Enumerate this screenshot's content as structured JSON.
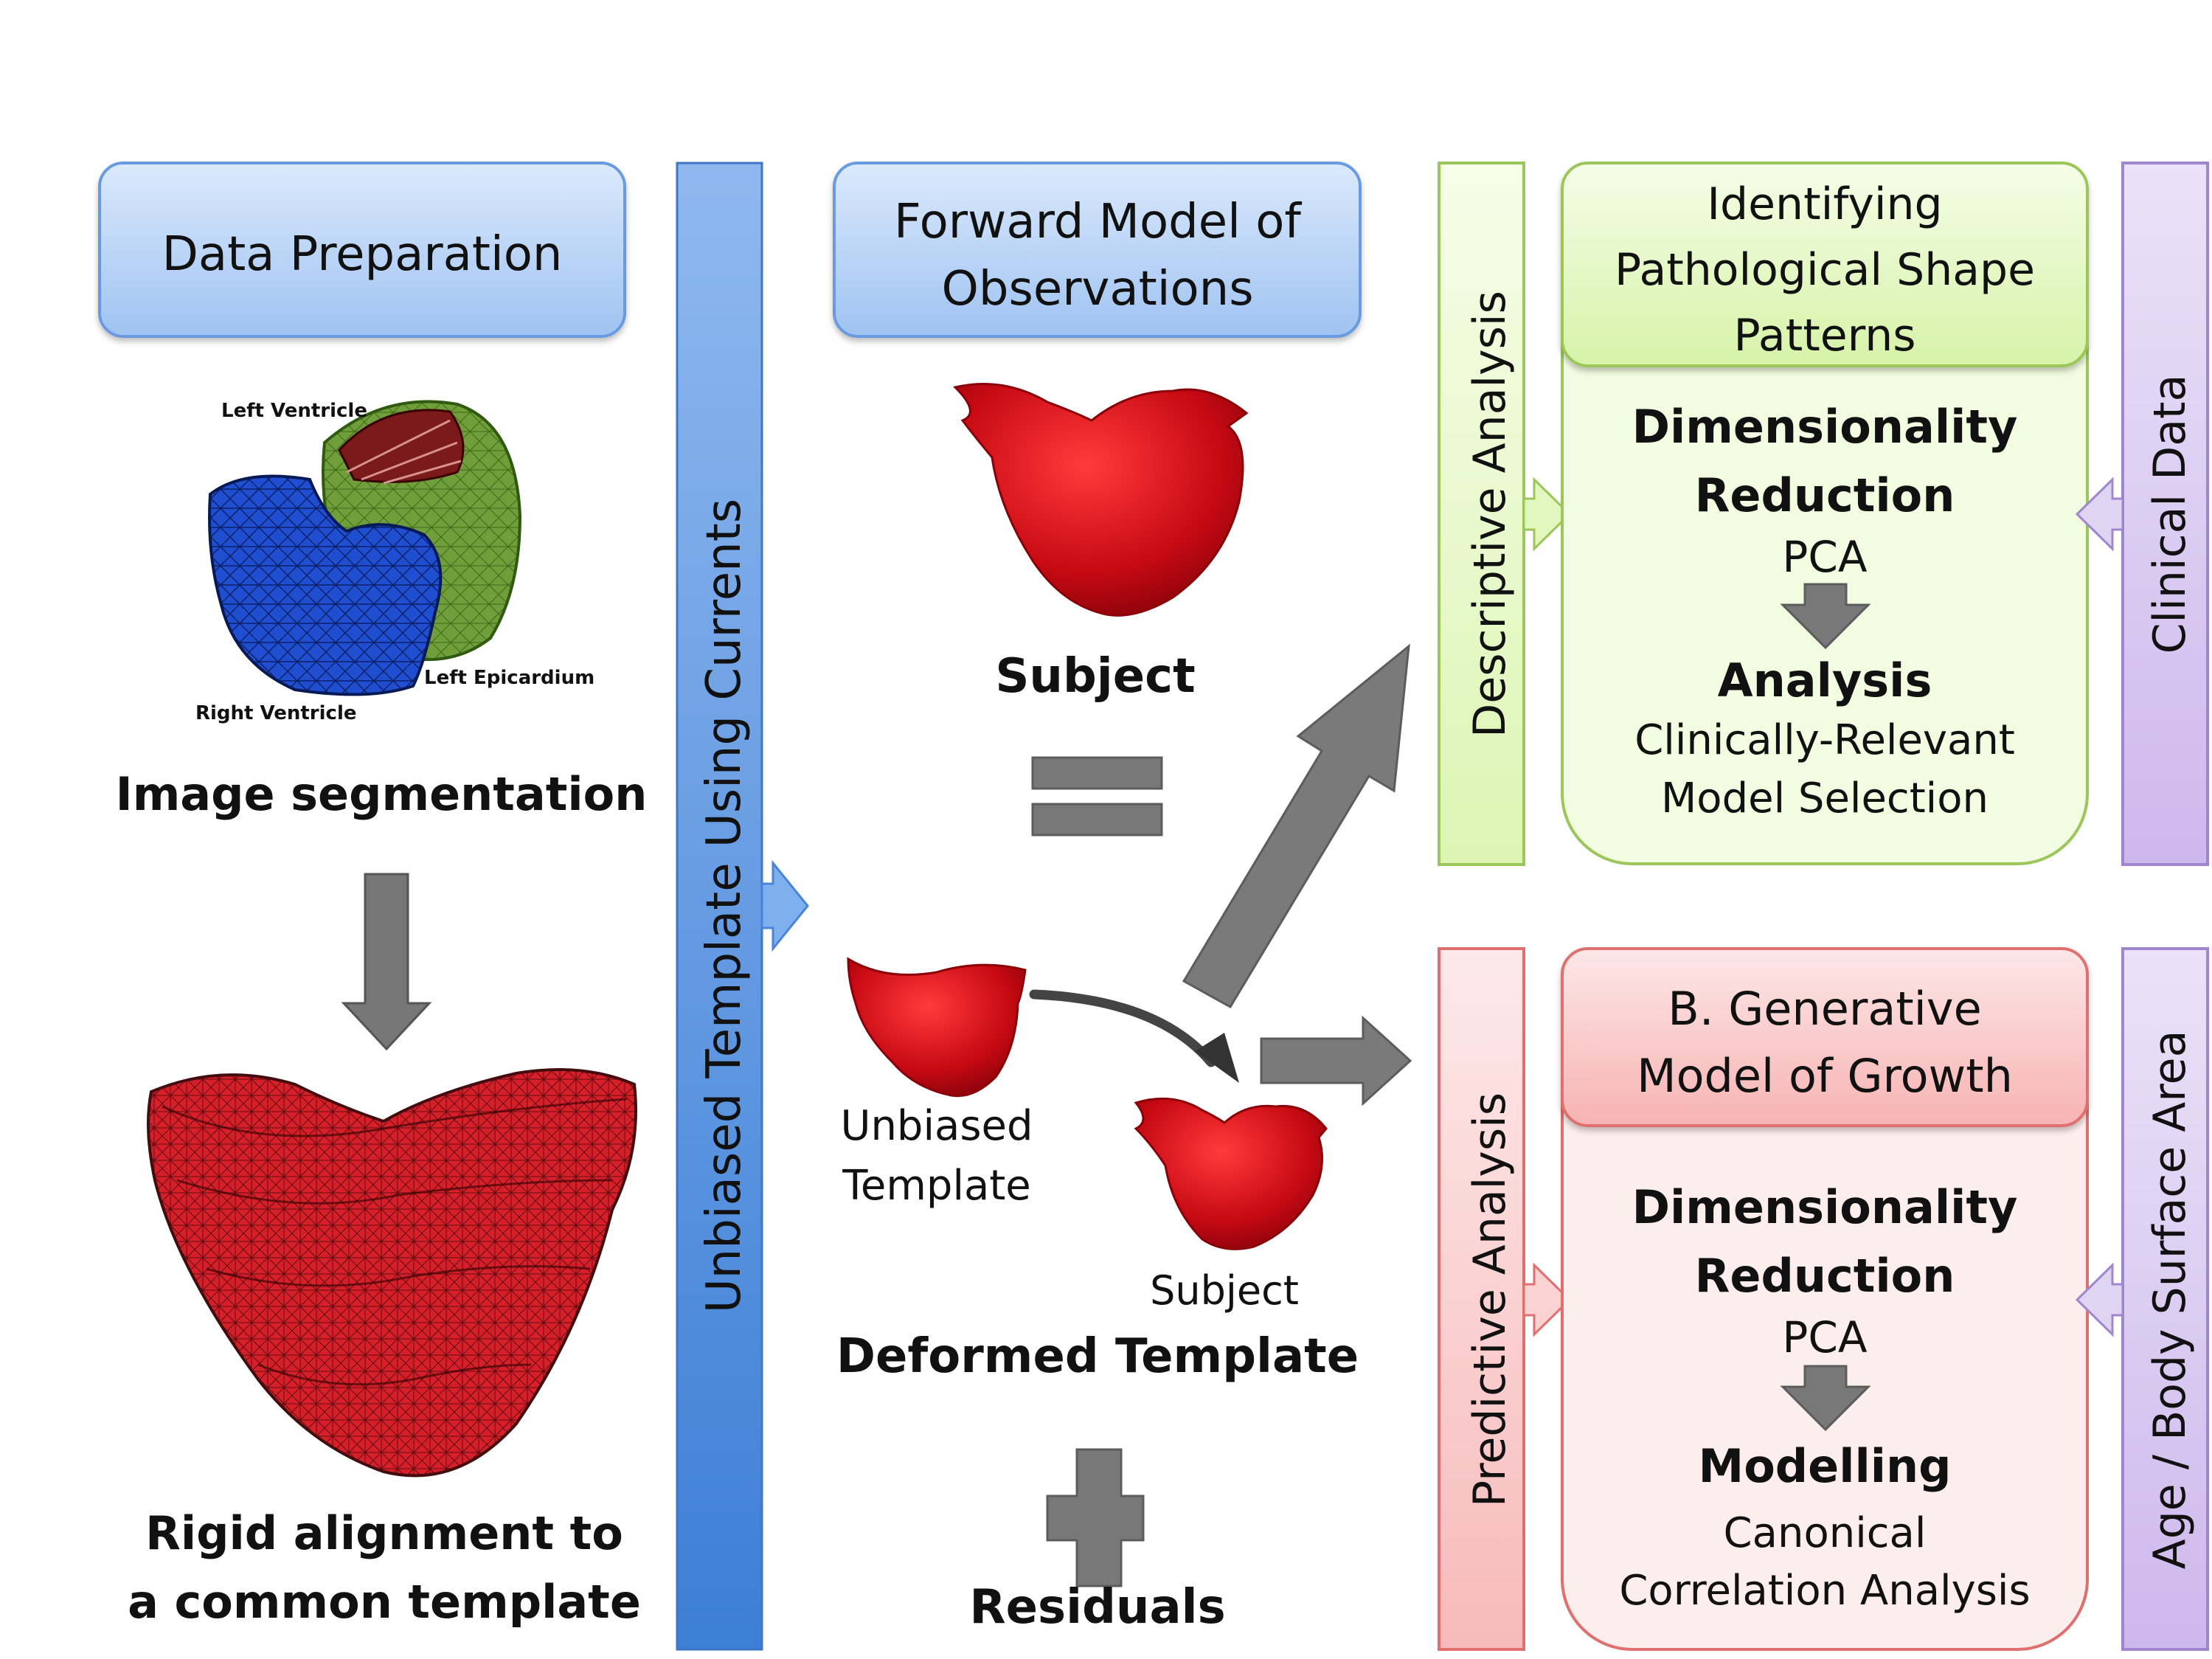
{
  "left": {
    "header": "Data Preparation",
    "seg_labels": {
      "lv": "Left Ventricle",
      "rv": "Right Ventricle",
      "epi": "Left Epicardium"
    },
    "seg_caption": "Image segmentation",
    "align_caption_1": "Rigid alignment to",
    "align_caption_2": "a common template"
  },
  "template_bar": "Unbiased Template Using Currents",
  "middle": {
    "header_1": "Forward Model of",
    "header_2": "Observations",
    "subject_caption": "Subject",
    "template_label_1": "Unbiased",
    "template_label_2": "Template",
    "subject_label": "Subject",
    "deformed_caption": "Deformed Template",
    "residuals_caption": "Residuals"
  },
  "top_panel": {
    "side_label": "Descriptive Analysis",
    "header_1": "Identifying",
    "header_2": "Pathological Shape",
    "header_3": "Patterns",
    "dim_1": "Dimensionality",
    "dim_2": "Reduction",
    "pca": "PCA",
    "analysis_title": "Analysis",
    "analysis_1": "Clinically-Relevant",
    "analysis_2": "Model Selection",
    "right_label": "Clinical Data"
  },
  "bottom_panel": {
    "side_label": "Predictive Analysis",
    "header_1": "B. Generative",
    "header_2": "Model of Growth",
    "dim_1": "Dimensionality",
    "dim_2": "Reduction",
    "pca": "PCA",
    "modelling_title": "Modelling",
    "modelling_1": "Canonical",
    "modelling_2": "Correlation Analysis",
    "right_label": "Age / Body Surface Area"
  },
  "colors": {
    "blue_box": "#b7d2f5",
    "blue_bar": "#5a95e0",
    "green_fill": "#eefbd9",
    "green_border": "#9cc65a",
    "red_fill": "#fde9e9",
    "red_border": "#e06f6f",
    "purple_fill": "#dccdf0",
    "purple_border": "#9f86cf",
    "arrow_gray": "#7a7a7a",
    "heart_red": "#d10d17"
  }
}
